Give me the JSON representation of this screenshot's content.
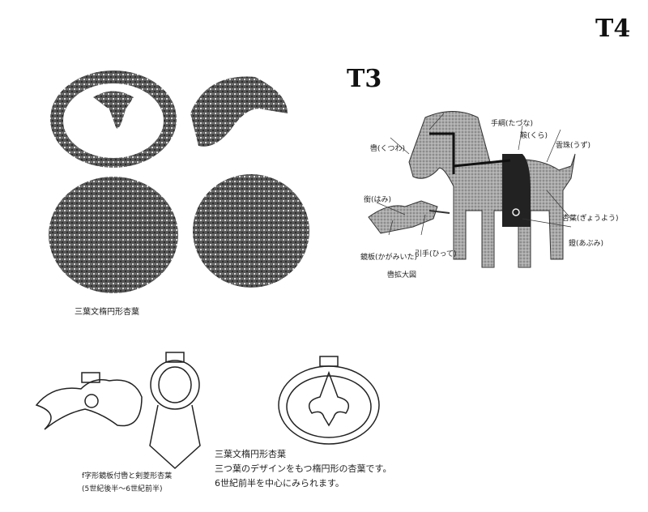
{
  "headings": {
    "t3": "T3",
    "t4": "T4"
  },
  "photo_caption": "三葉文楕円形杏葉",
  "horse_labels": {
    "kutsuwa": "轡(くつわ)",
    "tazuna": "手綱(たづな)",
    "kura": "鞍(くら)",
    "uzu": "雲珠(うず)",
    "gyouyou": "杏葉(ぎょうよう)",
    "abumi": "鐙(あぶみ)",
    "hami": "銜(はみ)",
    "kagamiita": "鏡板(かがみいた)",
    "hitte": "引手(ひって)",
    "enlarged": "轡拡大図"
  },
  "bottom_left_caption": {
    "line1": "f字形鏡板付轡と剣菱形杏葉",
    "line2": "(5世紀後半～6世紀前半)"
  },
  "bottom_right_caption": {
    "title": "三葉文楕円形杏葉",
    "line1": "三つ葉のデザインをもつ楕円形の杏葉です。",
    "line2": "6世紀前半を中心にみられます。"
  }
}
